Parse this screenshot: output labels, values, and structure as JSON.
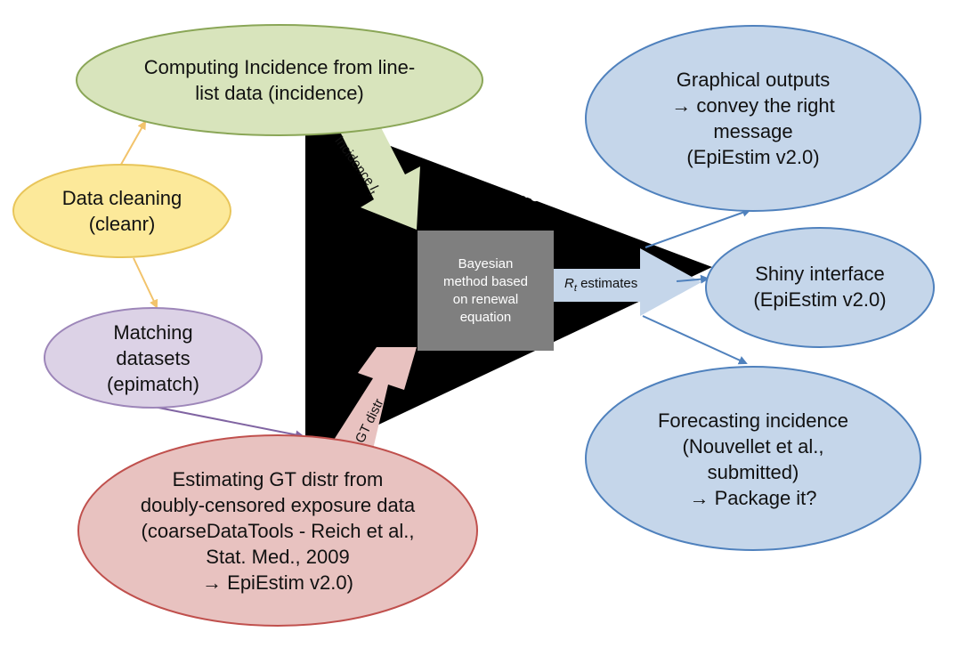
{
  "diagram": {
    "central_title": "EpiEstim v1.0",
    "core_box": {
      "lines": [
        "Bayesian",
        "method based",
        "on renewal",
        "equation"
      ]
    },
    "arrows": {
      "incidence_label": "Incidence",
      "incidence_subscript": "t",
      "gt_label": "GT distr",
      "rt_symbol": "R",
      "rt_subscript": "t",
      "rt_label": " estimates"
    },
    "nodes": {
      "computing_incidence": {
        "lines": [
          "Computing Incidence from line-",
          "list data (incidence)"
        ],
        "fill": "#d8e4bc"
      },
      "data_cleaning": {
        "lines": [
          "Data cleaning",
          "(cleanr)"
        ],
        "fill": "#fce99a"
      },
      "matching_datasets": {
        "lines": [
          "Matching",
          "datasets",
          "(epimatch)"
        ],
        "fill": "#dcd2e6"
      },
      "estimating_gt": {
        "lines": [
          "Estimating GT distr from",
          "doubly-censored exposure data",
          "(coarseDataTools - Reich et al.,",
          "Stat. Med., 2009",
          "→ EpiEstim v2.0)"
        ],
        "fill": "#e8c2c0"
      },
      "graphical_outputs": {
        "lines": [
          "Graphical outputs",
          "→ convey the right",
          "message",
          "(EpiEstim v2.0)"
        ],
        "fill": "#c5d6ea"
      },
      "shiny_interface": {
        "lines": [
          "Shiny interface",
          "(EpiEstim v2.0)"
        ],
        "fill": "#c5d6ea"
      },
      "forecasting": {
        "lines": [
          "Forecasting incidence",
          "(Nouvellet et al.,",
          "submitted)",
          "→ Package it?"
        ],
        "fill": "#c5d6ea"
      }
    },
    "colors": {
      "triangle": "#000000",
      "core_box": "#7f7f7f",
      "incidence_arrow": "#d8e4bc",
      "gt_arrow": "#e8c2c0",
      "rt_arrow": "#c5d6ea",
      "yellow_connector": "#f2c36b",
      "purple_connector": "#8064a2",
      "blue_connector": "#4f81bd"
    }
  }
}
